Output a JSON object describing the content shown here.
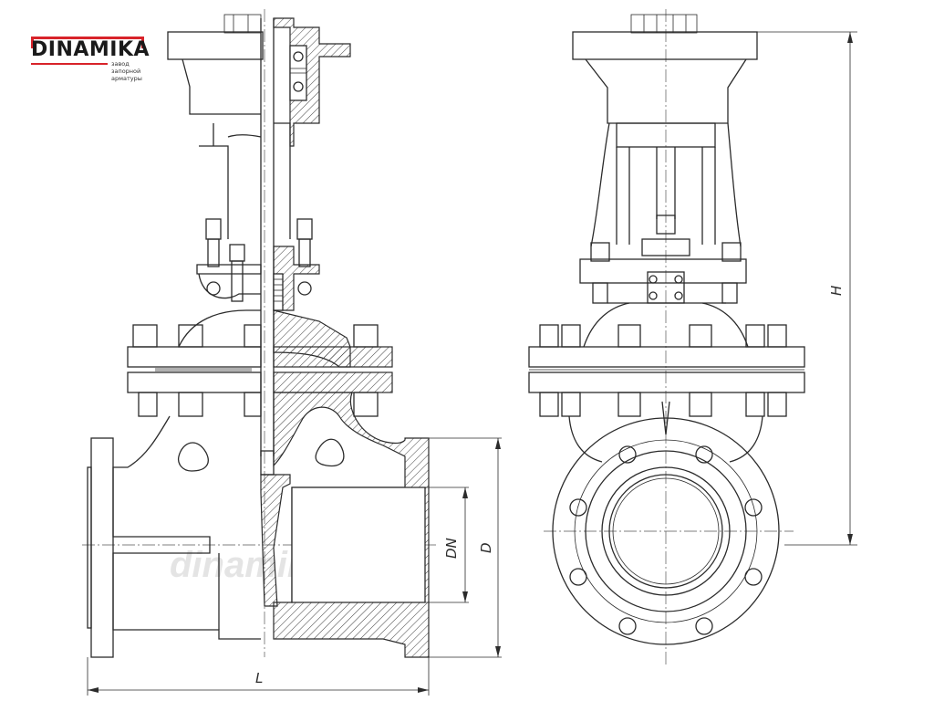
{
  "logo": {
    "brand": "DINAMIKA",
    "tagline": "завод\nзапорной\nарматуры",
    "accent_color": "#d8232a"
  },
  "watermark": "dinamika1.ru",
  "dimensions": {
    "L": "L",
    "H": "H",
    "DN": "DN",
    "D": "D"
  }
}
